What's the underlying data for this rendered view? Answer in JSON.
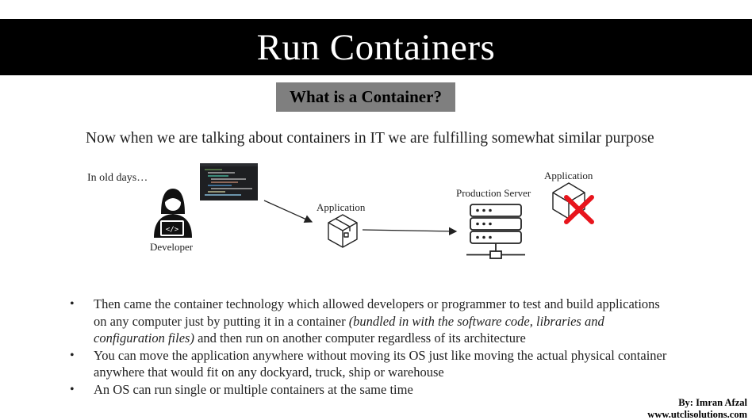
{
  "title": "Run Containers",
  "subtitle": "What is a Container?",
  "intro": "Now when we are talking about containers in IT we are fulfilling somewhat similar purpose",
  "diagram": {
    "old_days_label": "In old days…",
    "developer_label": "Developer",
    "application_label": "Application",
    "production_server_label": "Production Server",
    "rejected_application_label": "Application",
    "developer_icon": "developer-coder-icon",
    "package_icon": "package-box-icon",
    "server_icon": "server-rack-icon",
    "reject_icon": "red-x-icon",
    "code_screenshot_icon": "code-editor-thumbnail"
  },
  "bullets": [
    {
      "text_before": "Then came the container technology which allowed developers or programmer to test and build applications on any computer just by putting it in a container ",
      "italic": "(bundled in with the software code, libraries and configuration files)",
      "text_after": " and then run on another computer regardless of its architecture"
    },
    {
      "text_before": "You can move the application anywhere without moving its OS just like moving the actual physical container anywhere that would fit on any dockyard, truck, ship or warehouse",
      "italic": "",
      "text_after": ""
    },
    {
      "text_before": "An OS can run single or multiple containers at the same time",
      "italic": "",
      "text_after": ""
    }
  ],
  "byline": {
    "author": "By: Imran Afzal",
    "website": "www.utclisolutions.com"
  },
  "colors": {
    "title_band": "#000000",
    "subtitle_box": "#7f7f7f",
    "reject_red": "#e8141c"
  }
}
